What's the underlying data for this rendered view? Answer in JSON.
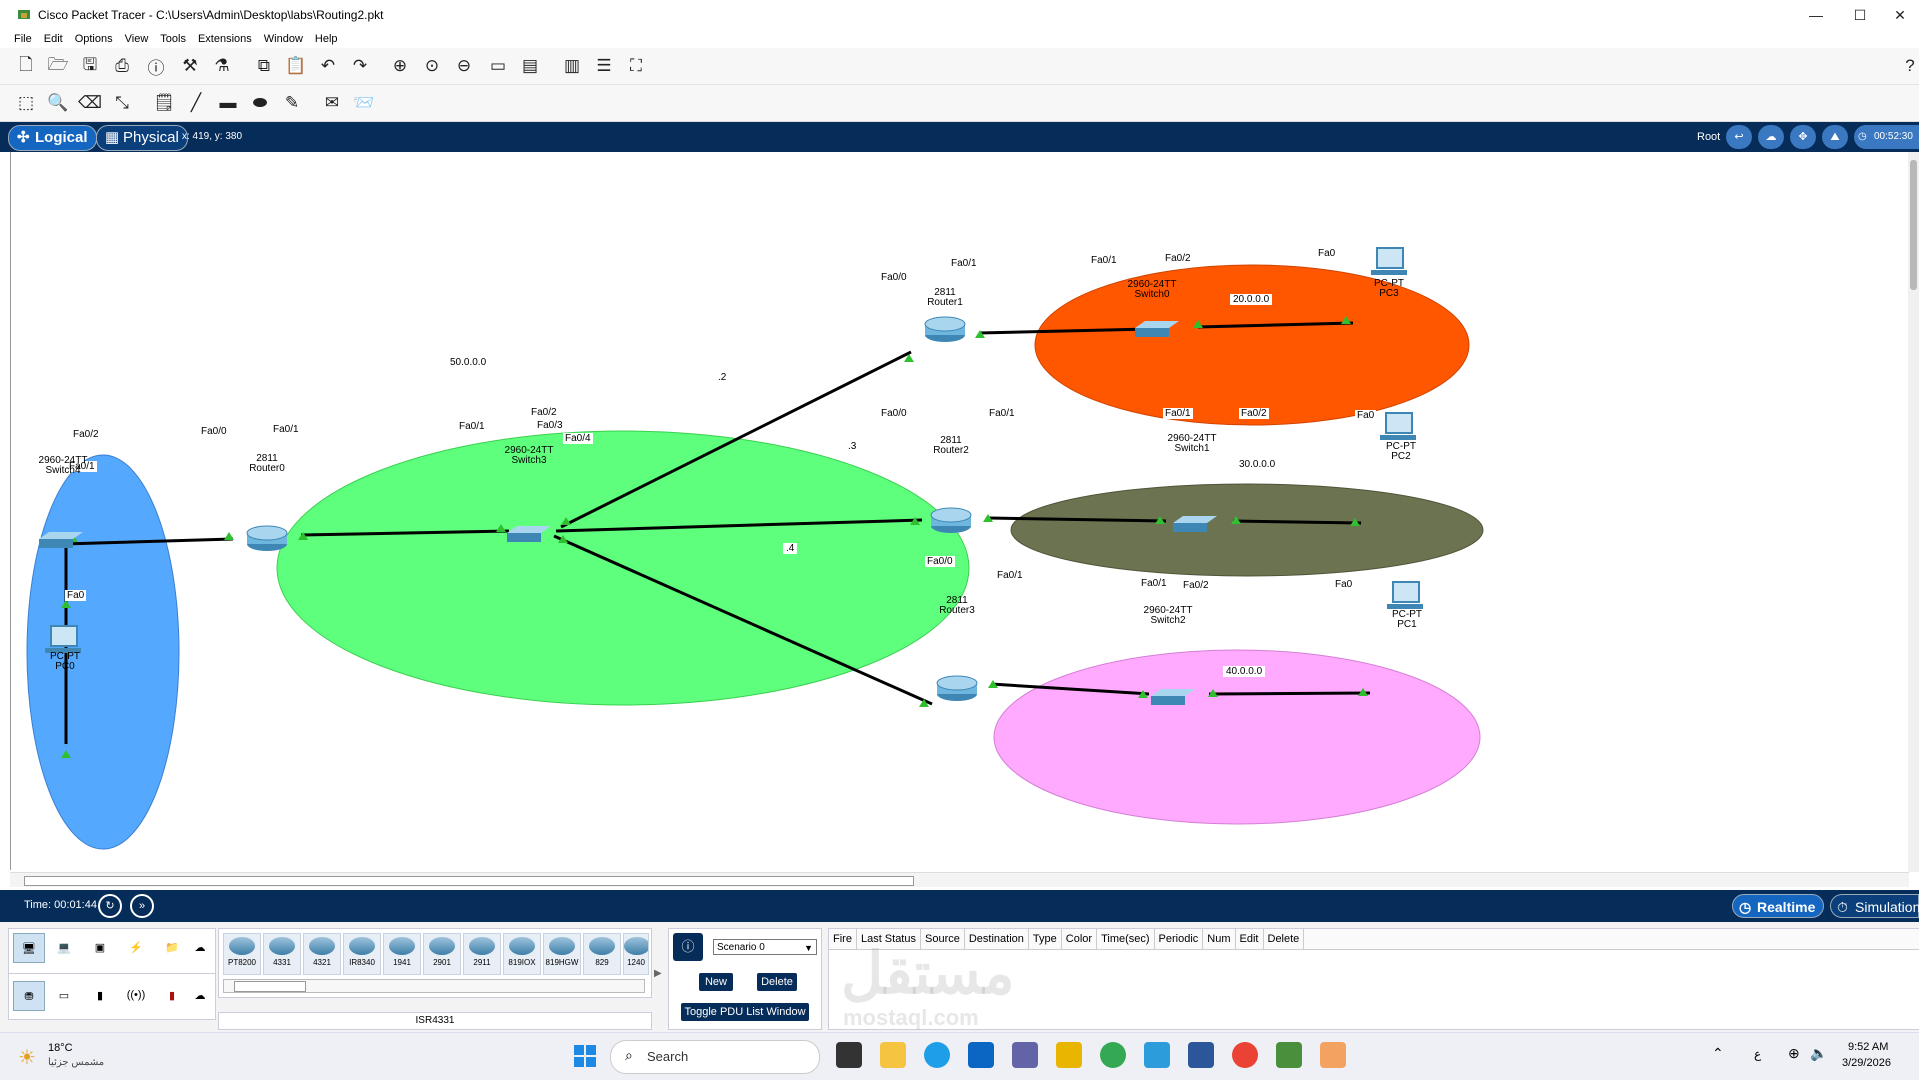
{
  "window": {
    "title": "Cisco Packet Tracer - C:\\Users\\Admin\\Desktop\\labs\\Routing2.pkt",
    "minimize": "—",
    "maximize": "☐",
    "close": "✕"
  },
  "menu": [
    "File",
    "Edit",
    "Options",
    "View",
    "Tools",
    "Extensions",
    "Window",
    "Help"
  ],
  "help_icon": "?",
  "modes": {
    "logical": "Logical",
    "physical": "Physical",
    "coords": "x: 419, y: 380",
    "root": "Root",
    "clock": "00:52:30"
  },
  "topology": {
    "networks": [
      "50.0.0.0",
      "20.0.0.0",
      "30.0.0.0",
      "40.0.0.0"
    ],
    "link_labels": {
      "r1": ".2",
      "r2": ".3",
      "r3": ".4"
    },
    "devices": {
      "router0": {
        "model": "2811",
        "name": "Router0"
      },
      "router1": {
        "model": "2811",
        "name": "Router1"
      },
      "router2": {
        "model": "2811",
        "name": "Router2"
      },
      "router3": {
        "model": "2811",
        "name": "Router3"
      },
      "switch3": {
        "model": "2960-24TT",
        "name": "Switch3"
      },
      "switch0": {
        "model": "2960-24TT",
        "name": "Switch0"
      },
      "switch1": {
        "model": "2960-24TT",
        "name": "Switch1"
      },
      "switch2": {
        "model": "2960-24TT",
        "name": "Switch2"
      },
      "switchL": {
        "model": "2960-24TT",
        "name": "Switch4"
      },
      "pc0": {
        "model": "PC-PT",
        "name": "PC0"
      },
      "pc1": {
        "model": "PC-PT",
        "name": "PC1"
      },
      "pc2": {
        "model": "PC-PT",
        "name": "PC2"
      },
      "pc3": {
        "model": "PC-PT",
        "name": "PC3"
      }
    },
    "ports": {
      "fa00": "Fa0/0",
      "fa01": "Fa0/1",
      "fa02": "Fa0/2",
      "fa03": "Fa0/3",
      "fa04": "Fa0/4",
      "fa0": "Fa0"
    }
  },
  "time": {
    "label": "Time: 00:01:44",
    "realtime": "Realtime",
    "simulation": "Simulation"
  },
  "device_list": [
    "PT8200",
    "4331",
    "4321",
    "IR8340",
    "1941",
    "2901",
    "2911",
    "819IOX",
    "819HGW",
    "829",
    "1240"
  ],
  "selected_device": "ISR4331",
  "scenario": {
    "select": "Scenario 0",
    "new": "New",
    "delete": "Delete",
    "toggle": "Toggle PDU List Window"
  },
  "pdu_columns": [
    "Fire",
    "Last Status",
    "Source",
    "Destination",
    "Type",
    "Color",
    "Time(sec)",
    "Periodic",
    "Num",
    "Edit",
    "Delete"
  ],
  "watermark": {
    "ar": "مستقل",
    "en": "mostaql.com"
  },
  "taskbar": {
    "temp": "18°C",
    "weather": "مشمس جزئيا",
    "search": "Search",
    "time": "9:52 AM",
    "date": "3/29/2026",
    "lang": "ع"
  }
}
